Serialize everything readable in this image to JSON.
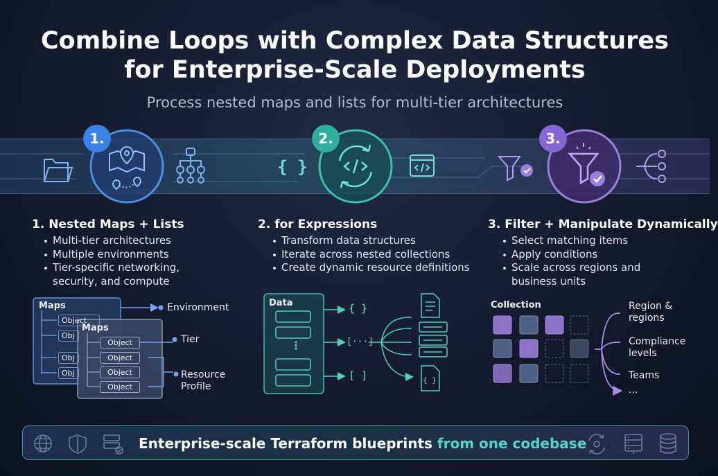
{
  "title_line1": "Combine Loops with Complex Data Structures",
  "title_line2": "for Enterprise-Scale Deployments",
  "subtitle": "Process nested maps and lists for multi-tier architectures",
  "colors": {
    "blue": "#4a8fe0",
    "teal": "#3fbfae",
    "purple": "#9b7ee0",
    "footer_highlight": "#54d6c6"
  },
  "steps": [
    {
      "badge": "1.",
      "title": "1. Nested Maps + Lists",
      "bullets": [
        "Multi-tier architectures",
        "Multiple environments",
        "Tier-specific networking,",
        "security, and compute"
      ],
      "icons": [
        "folder-icon",
        "map-pin-icon",
        "hierarchy-icon"
      ]
    },
    {
      "badge": "2.",
      "title": "2. for Expressions",
      "bullets": [
        "Transform data structures",
        "Iterate across nested collections",
        "Create dynamic resource definitions"
      ],
      "icons": [
        "braces-icon",
        "code-cycle-icon",
        "code-window-icon"
      ]
    },
    {
      "badge": "3.",
      "title": "3. Filter + Manipulate Dynamically",
      "bullets": [
        "Select matching items",
        "Apply conditions",
        "Scale across regions and",
        "business units"
      ],
      "icons": [
        "filter-check-icon",
        "funnel-check-icon",
        "branch-nodes-icon"
      ]
    }
  ],
  "maps_diagram": {
    "back_title": "Maps",
    "front_title": "Maps",
    "back_objects": [
      "Object",
      "Obj",
      "Obj",
      "Obj"
    ],
    "front_objects": [
      "Object",
      "Object",
      "Object",
      "Object"
    ],
    "labels": {
      "environment": "Environment",
      "tier": "Tier",
      "resource_line1": "Resource",
      "resource_line2": "Profile"
    }
  },
  "data_diagram": {
    "title": "Data",
    "symbols": {
      "braces": "{ }",
      "ellipsis": "[···]",
      "brackets": "[ ]",
      "file_braces": "{ }",
      "dots": "⋮"
    }
  },
  "collection_diagram": {
    "title": "Collection",
    "outputs": {
      "region_line1": "Region &",
      "region_line2": "regions",
      "compliance_line1": "Compliance",
      "compliance_line2": "levels",
      "teams": "Teams",
      "more": "..."
    }
  },
  "footer": {
    "text_main": "Enterprise-scale Terraform blueprints ",
    "text_highlight": "from one codebase",
    "icons": [
      "globe-icon",
      "shield-icon",
      "server-check-icon",
      "cycle-icon",
      "rack-icon",
      "database-icon"
    ]
  }
}
